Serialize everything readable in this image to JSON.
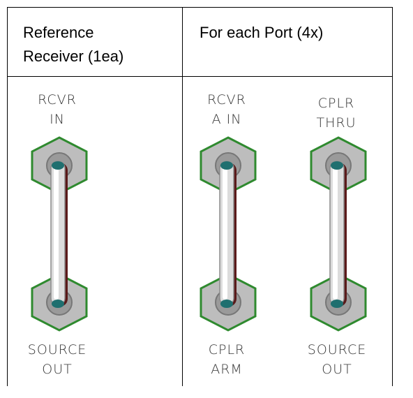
{
  "table": {
    "headers": [
      {
        "line1": "Reference",
        "line2": "Receiver (1ea)"
      },
      {
        "line1": "For each Port (4x)",
        "line2": ""
      }
    ]
  },
  "jumpers": [
    {
      "top_line1": "RCVR",
      "top_line2": "IN",
      "bottom_line1": "SOURCE",
      "bottom_line2": "OUT"
    },
    {
      "top_line1": "RCVR",
      "top_line2": "A IN",
      "bottom_line1": "CPLR",
      "bottom_line2": "ARM"
    },
    {
      "top_line1": "CPLR",
      "top_line2": "THRU",
      "bottom_line1": "SOURCE",
      "bottom_line2": "OUT"
    }
  ],
  "colors": {
    "hex_outline": "#2f8a2f",
    "hex_fill": "#bdbdbd",
    "cable_light": "#f2f2f2",
    "cable_dark": "#5a1a1a"
  }
}
